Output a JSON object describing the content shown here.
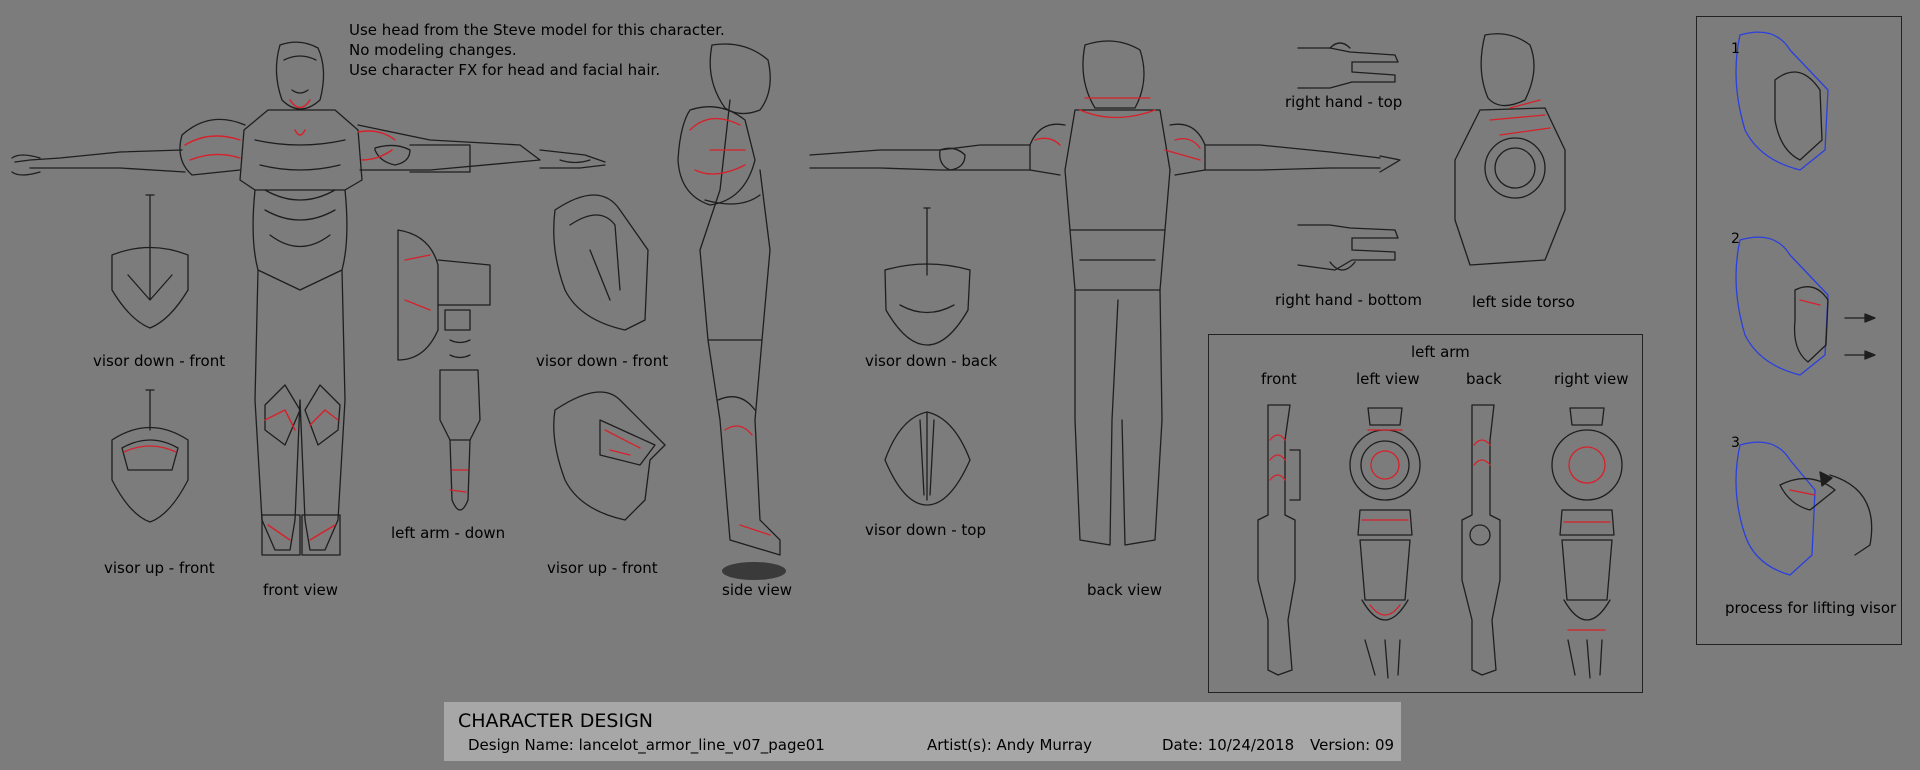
{
  "notes": [
    "Use head from the Steve model for this character.",
    "No modeling changes.",
    "Use character FX for head and facial hair."
  ],
  "labels": {
    "visor_down_front_1": "visor down - front",
    "visor_up_front_1": "visor up - front",
    "front_view": "front view",
    "left_arm_down": "left arm - down",
    "visor_down_front_2": "visor down - front",
    "visor_up_front_2": "visor up - front",
    "side_view": "side view",
    "visor_down_back": "visor down - back",
    "visor_down_top": "visor down - top",
    "back_view": "back view",
    "right_hand_top": "right hand - top",
    "right_hand_bottom": "right hand - bottom",
    "left_side_torso": "left side torso"
  },
  "left_arm_panel": {
    "title": "left arm",
    "views": [
      "front",
      "left view",
      "back",
      "right view"
    ]
  },
  "visor_process": {
    "steps": [
      "1",
      "2",
      "3"
    ],
    "caption": "process for lifting visor"
  },
  "title_block": {
    "heading": "CHARACTER DESIGN",
    "design_name": "Design Name:  lancelot_armor_line_v07_page01",
    "artists": "Artist(s): Andy Murray",
    "date": "Date: 10/24/2018",
    "version": "Version: 09"
  },
  "colors": {
    "background": "#7c7c7c",
    "line": "#1e1e1e",
    "highlight": "#d8202a",
    "process_blue": "#2a3fe0",
    "title_block": "#a7a7a7"
  }
}
